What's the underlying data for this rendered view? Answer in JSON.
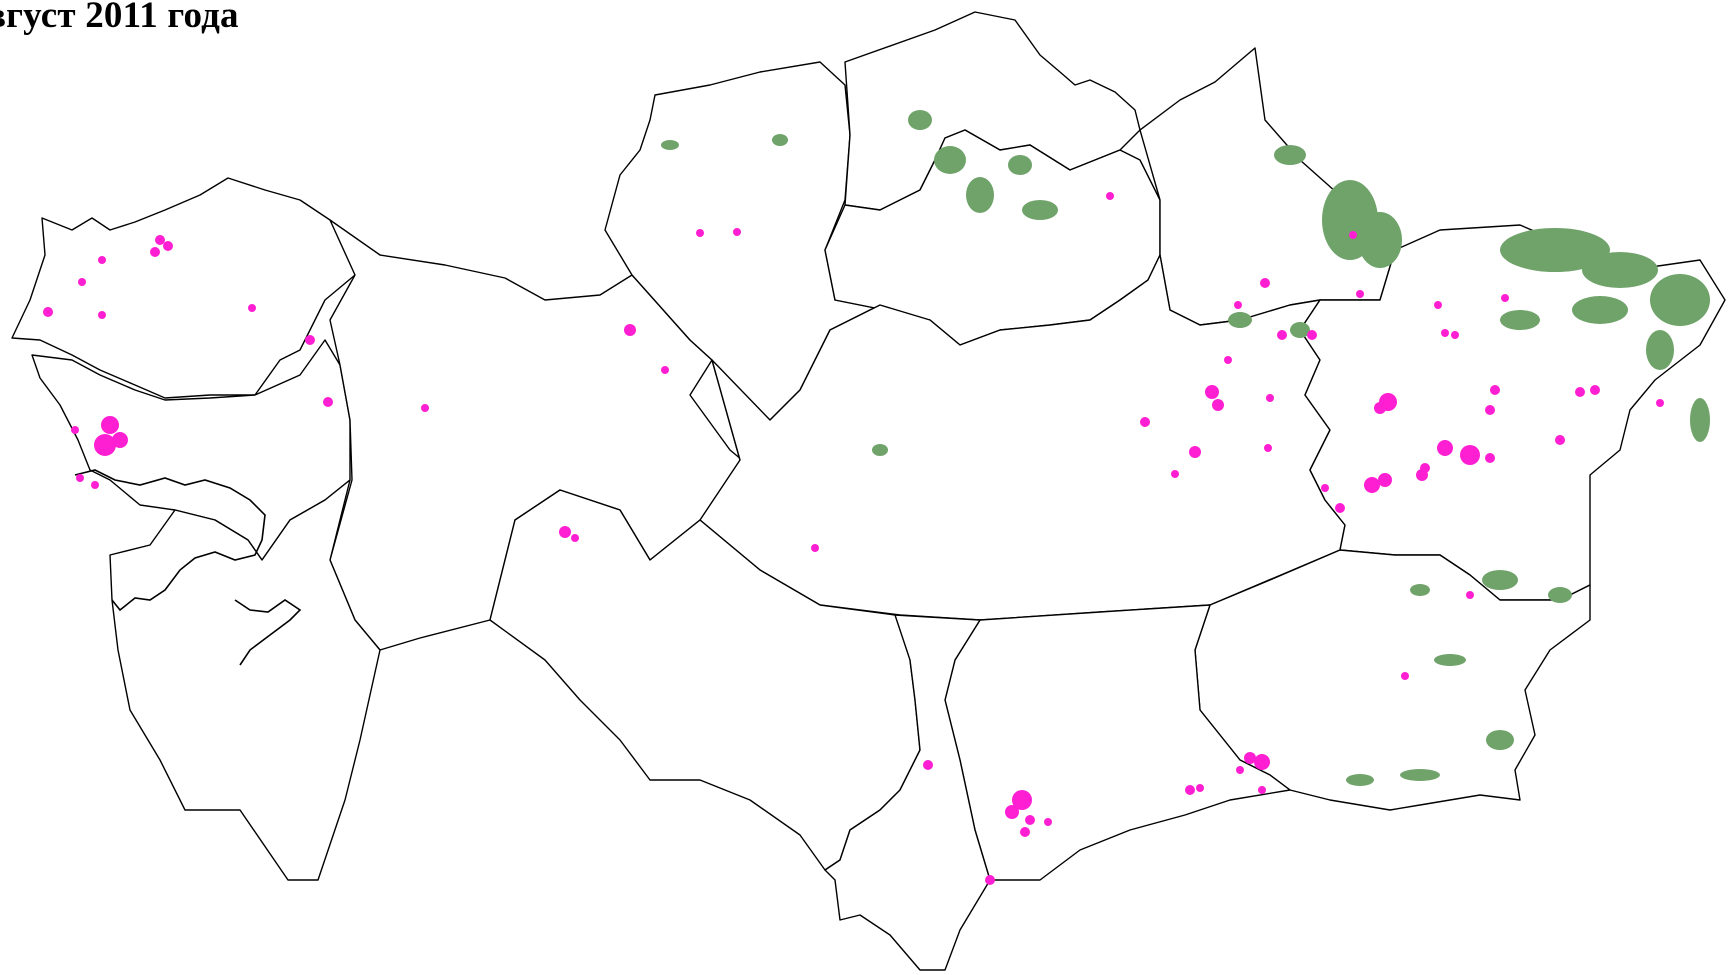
{
  "title": "вгуст 2011 года",
  "colors": {
    "background": "#ffffff",
    "borders": "#000000",
    "vegetation": "#6fa36a",
    "fire_hotspots": "#ff1fd2"
  },
  "icons": {
    "hotspot": "magenta-dot",
    "vegetation": "green-patch"
  }
}
